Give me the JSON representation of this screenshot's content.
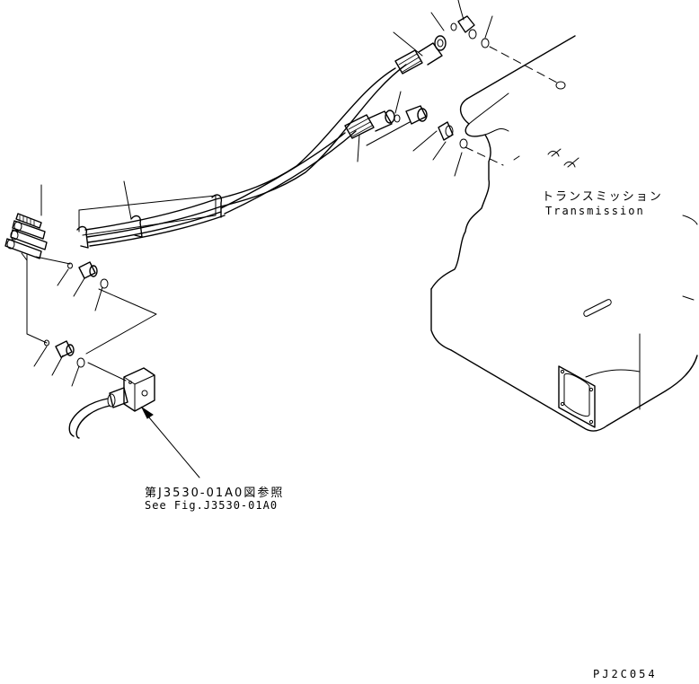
{
  "labels": {
    "transmission_jp": "トランスミッション",
    "transmission_en": "Transmission",
    "reference_jp": "第J3530-01A0図参照",
    "reference_en": "See Fig.J3530-01A0",
    "drawing_code": "PJ2C054"
  }
}
